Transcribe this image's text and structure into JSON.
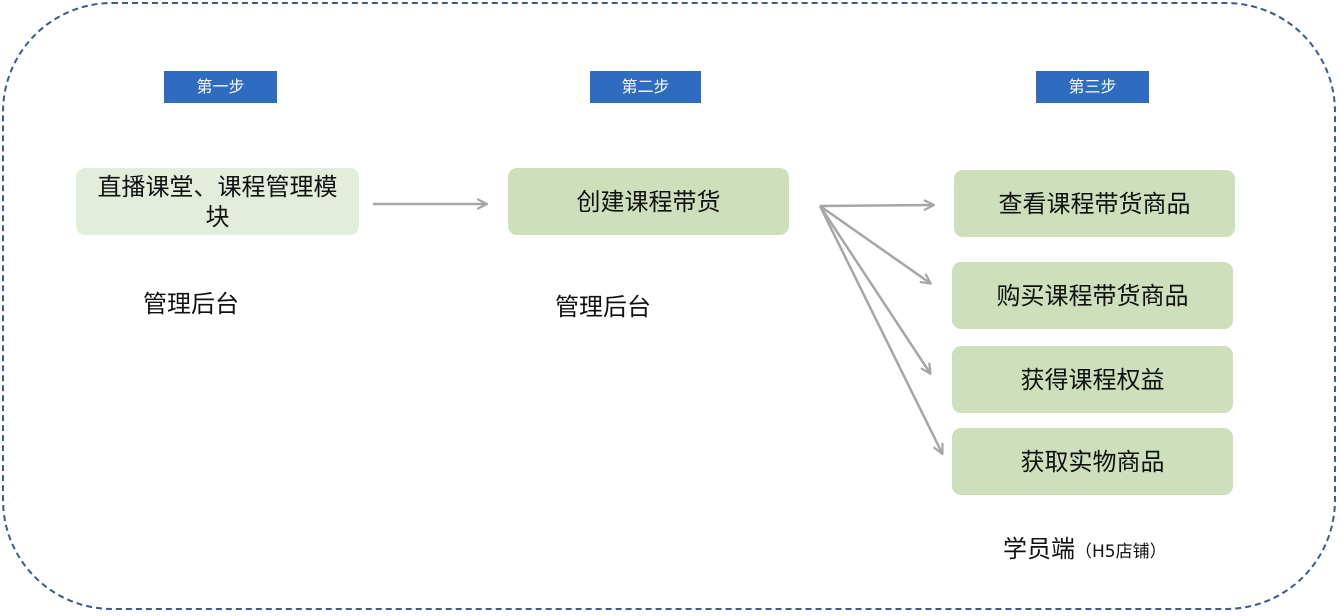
{
  "steps": [
    "第一步",
    "第二步",
    "第三步"
  ],
  "nodes": {
    "module": "直播课堂、课程管理模块",
    "create": "创建课程带货",
    "view": "查看课程带货商品",
    "buy": "购买课程带货商品",
    "rights": "获得课程权益",
    "physical": "获取实物商品"
  },
  "labels": {
    "admin_1": "管理后台",
    "admin_2": "管理后台",
    "student": "学员端",
    "student_note": "（H5店铺）"
  },
  "colors": {
    "badge": "#2e6cbf",
    "node_light": "#e3eddb",
    "node_mid": "#cde0bb",
    "arrow": "#a6a6a6",
    "frame": "#3d5a8c"
  }
}
